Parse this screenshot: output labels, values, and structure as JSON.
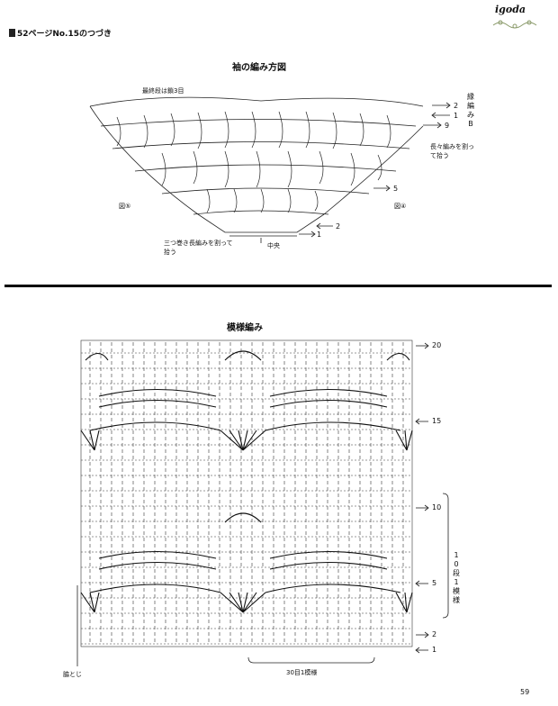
{
  "header": {
    "continuation": "52ページNo.15のつづき",
    "brand": "igoda"
  },
  "sleeve": {
    "title": "袖の編み方図",
    "top_note": "最終段は鎖3目",
    "right_label_edge": "縁編みB",
    "right_label_long": "長々編みを割って拾う",
    "left_ref": "図⑤",
    "right_ref": "図④",
    "bottom_left_note": "三つ巻き長編みを割って拾う",
    "center_label": "中央",
    "row_nums": [
      "2",
      "1",
      "9",
      "5",
      "2",
      "1"
    ]
  },
  "pattern": {
    "title": "模様編み",
    "row_nums": [
      "20",
      "15",
      "10",
      "5",
      "2",
      "1"
    ],
    "repeat_rows": "10段1模様",
    "repeat_stitches": "30目1模様",
    "side_seam": "脇とじ"
  },
  "page_number": "59"
}
